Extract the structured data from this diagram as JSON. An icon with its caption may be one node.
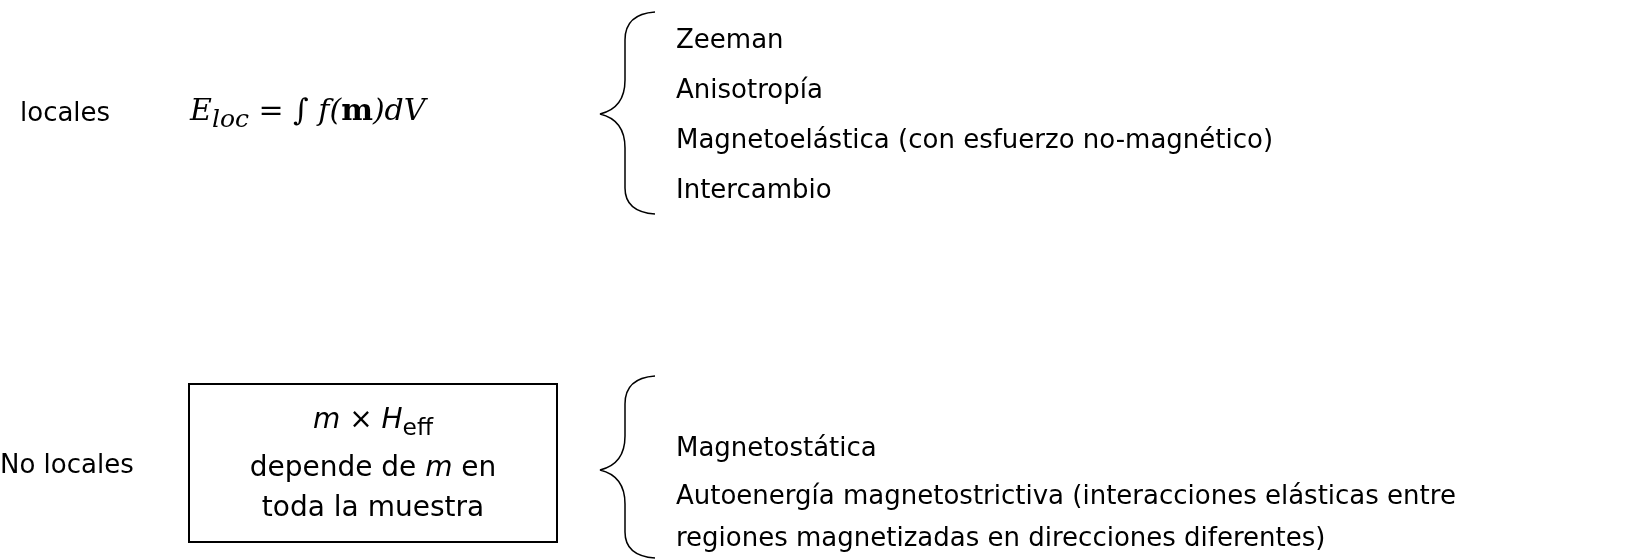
{
  "diagram": {
    "nodes": [
      {
        "text": [
          "*m* × *H*$_{eff}$",
          "depende de *m* en toda la muestra"
        ]
      }
    ],
    "edges": [],
    "labels": [
      "locales",
      "E$_{loc}$ = ∫ f(**m**)dV",
      "Zeeman",
      "Anisotropía",
      "Magnetoelástica (con esfuerzo no-magnético)",
      "Intercambio",
      "No locales",
      "Magnetostática",
      "Autoenergía magnetostrictiva (interacciones elásticas entre regiones magnetizadas en direcciones diferentes)"
    ]
  }
}
